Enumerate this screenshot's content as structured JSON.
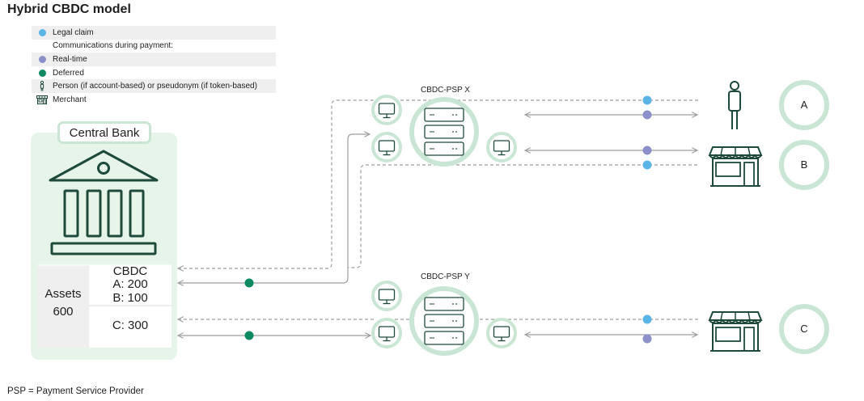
{
  "title": "Hybrid CBDC model",
  "legend": {
    "items": [
      {
        "label": "Legal claim",
        "marker": "dot",
        "color": "#5ab4e6"
      },
      {
        "label": "Communications during payment:",
        "marker": "none"
      },
      {
        "label": "Real-time",
        "marker": "dot",
        "color": "#8b90c9"
      },
      {
        "label": "Deferred",
        "marker": "dot",
        "color": "#0e8a62"
      },
      {
        "label": "Person (if account-based) or pseudonym (if token-based)",
        "marker": "person-icon"
      },
      {
        "label": "Merchant",
        "marker": "store-icon"
      }
    ]
  },
  "central_bank": {
    "label": "Central Bank",
    "assets_label": "Assets",
    "assets_value": "600",
    "cbdc_label": "CBDC",
    "accounts": [
      "A: 200",
      "B: 100",
      "C: 300"
    ]
  },
  "psps": [
    {
      "label": "CBDC-PSP X"
    },
    {
      "label": "CBDC-PSP Y"
    }
  ],
  "users": [
    {
      "label": "A",
      "type": "person-icon"
    },
    {
      "label": "B",
      "type": "store-icon"
    },
    {
      "label": "C",
      "type": "store-icon"
    }
  ],
  "footnote": "PSP = Payment Service Provider",
  "colors": {
    "green_light": "#c9e6d4",
    "green_bg": "#e6f4ea",
    "dark_green": "#1d4a3a",
    "legal_claim": "#5ab4e6",
    "real_time": "#8b90c9",
    "deferred": "#0e8a62",
    "line_gray": "#9e9e9e"
  }
}
